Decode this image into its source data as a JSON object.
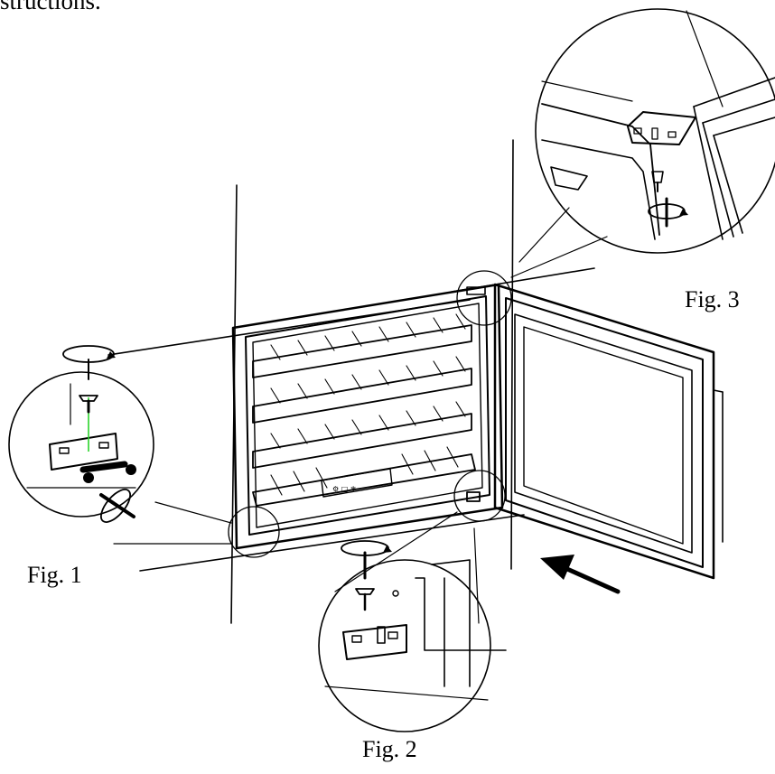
{
  "header": {
    "partial_text": "structions."
  },
  "figures": {
    "fig1": {
      "label": "Fig. 1"
    },
    "fig2": {
      "label": "Fig. 2"
    },
    "fig3": {
      "label": "Fig. 3"
    }
  },
  "appliance": {
    "control_panel_text": "⚙ □ ❄"
  },
  "colors": {
    "line": "#000000",
    "background": "#ffffff",
    "guide": "#2bd42b"
  }
}
